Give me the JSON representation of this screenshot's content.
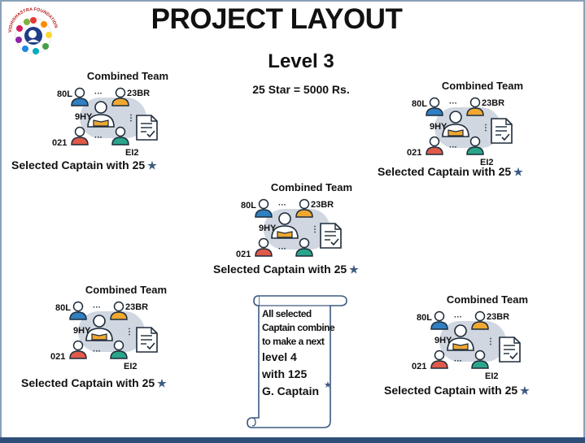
{
  "title": "PROJECT LAYOUT",
  "level": "Level 3",
  "star_rate": "25 Star = 5000 Rs.",
  "logo_text": "VIDHISHASTRA FOUNDATION",
  "colors": {
    "blue": "#2f7fc1",
    "orange": "#f0a830",
    "red": "#e05a4a",
    "teal": "#2aa58a",
    "table_bg": "#d0d7e0",
    "star": "#3d5a80"
  },
  "teams": [
    {
      "title": "Combined Team",
      "tl": "80L",
      "tr": "23BR",
      "center": "9HY",
      "bl": "021",
      "br": "EI2",
      "caption": "Selected Captain with 25"
    },
    {
      "title": "Combined Team",
      "tl": "80L",
      "tr": "23BR",
      "center": "9HY",
      "bl": "021",
      "br": "EI2",
      "caption": "Selected Captain with 25"
    },
    {
      "title": "Combined Team",
      "tl": "80L",
      "tr": "23BR",
      "center": "9HY",
      "bl": "021",
      "br": "",
      "caption": "Selected Captain with 25"
    },
    {
      "title": "Combined Team",
      "tl": "80L",
      "tr": "23BR",
      "center": "9HY",
      "bl": "021",
      "br": "EI2",
      "caption": "Selected Captain with 25"
    },
    {
      "title": "Combined Team",
      "tl": "80L",
      "tr": "23BR",
      "center": "9HY",
      "bl": "021",
      "br": "EI2",
      "caption": "Selected Captain with 25"
    }
  ],
  "scroll": {
    "line1": "All selected Captain combine to make a next",
    "line2": "level 4",
    "line3": "with 125",
    "line4": "G. Captain"
  },
  "icons": [
    "logo-icon",
    "team-people-icon",
    "document-check-icon",
    "star-icon",
    "scroll-icon"
  ]
}
